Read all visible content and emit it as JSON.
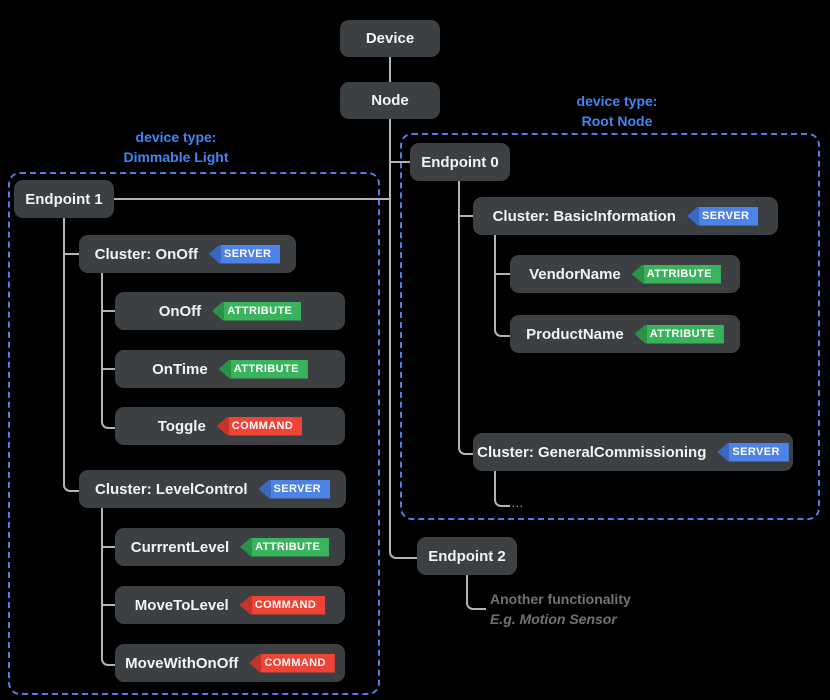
{
  "colors": {
    "background": "#000000",
    "box_fill": "#3c4043",
    "box_text": "#f1f3f4",
    "accent_blue": "#4285f4",
    "dashed_border_blue": "#4e7fe8",
    "server_badge_blue": "#4d82e8",
    "attribute_badge_green": "#3ab45c",
    "command_badge_red": "#ee4335",
    "connector_gray": "#b0b4b8",
    "note_gray": "#6e7378"
  },
  "root": {
    "device_label": "Device",
    "node_label": "Node"
  },
  "left_group": {
    "label_line1": "device type:",
    "label_line2": "Dimmable Light",
    "endpoint_label": "Endpoint 1",
    "clusters": [
      {
        "name": "Cluster: OnOff",
        "badge": "SERVER",
        "children": [
          {
            "name": "OnOff",
            "badge": "ATTRIBUTE"
          },
          {
            "name": "OnTime",
            "badge": "ATTRIBUTE"
          },
          {
            "name": "Toggle",
            "badge": "COMMAND"
          }
        ]
      },
      {
        "name": "Cluster: LevelControl",
        "badge": "SERVER",
        "children": [
          {
            "name": "CurrrentLevel",
            "badge": "ATTRIBUTE"
          },
          {
            "name": "MoveToLevel",
            "badge": "COMMAND"
          },
          {
            "name": "MoveWithOnOff",
            "badge": "COMMAND"
          }
        ]
      }
    ]
  },
  "right_group": {
    "label_line1": "device type:",
    "label_line2": "Root Node",
    "endpoint_label": "Endpoint 0",
    "clusters": [
      {
        "name": "Cluster: BasicInformation",
        "badge": "SERVER",
        "children": [
          {
            "name": "VendorName",
            "badge": "ATTRIBUTE"
          },
          {
            "name": "ProductName",
            "badge": "ATTRIBUTE"
          }
        ]
      },
      {
        "name": "Cluster: GeneralCommissioning",
        "badge": "SERVER",
        "ellipsis": "..."
      }
    ]
  },
  "endpoint2": {
    "label": "Endpoint 2",
    "note_line1": "Another functionality",
    "note_line2": "E.g. Motion Sensor"
  }
}
